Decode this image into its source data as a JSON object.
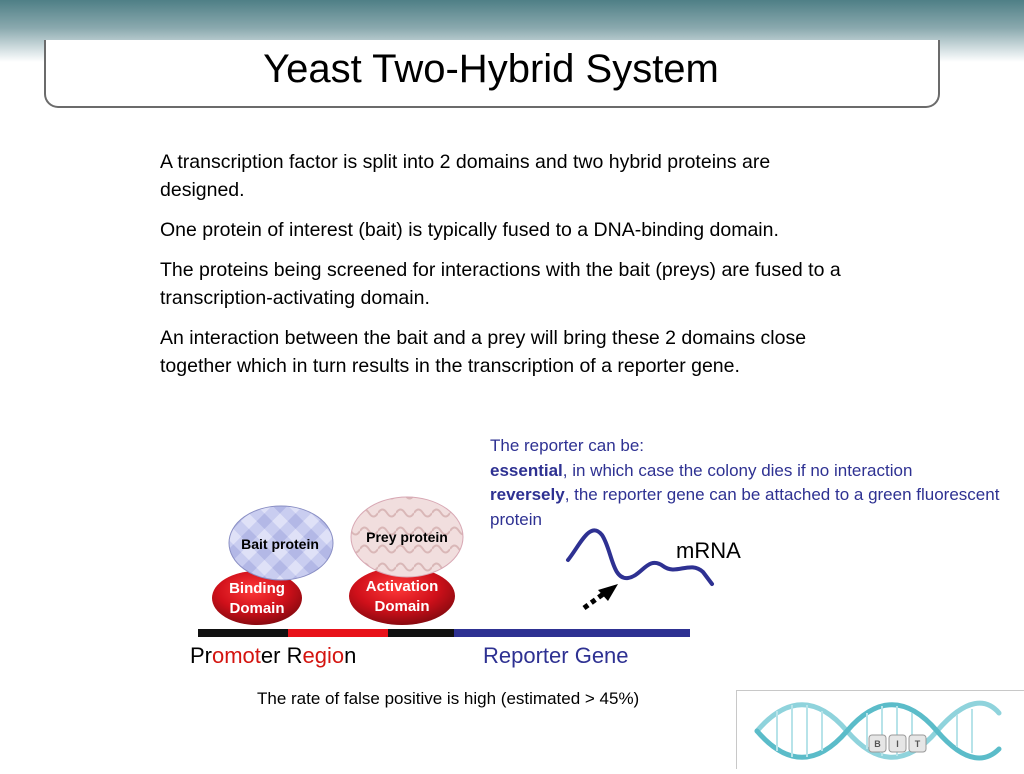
{
  "title": "Yeast Two-Hybrid System",
  "paragraphs": [
    "A transcription factor is split into 2 domains and two hybrid proteins are designed.",
    "One protein of interest (bait) is typically fused to a DNA-binding domain.",
    "The proteins being screened for interactions with the bait (preys) are fused to a transcription-activating domain.",
    "An interaction between the bait and a prey will bring these 2 domains close together which in turn results in the transcription of a reporter gene."
  ],
  "reporter_note": {
    "heading": "The reporter can be:",
    "essential_term": "essential",
    "essential_rest": ", in which case the colony dies if no interaction",
    "reversely_term": "reversely",
    "reversely_rest": ", the reporter gene can be attached to a green fluorescent protein"
  },
  "diagram": {
    "bait_protein": "Bait protein",
    "prey_protein": "Prey protein",
    "binding_domain_line1": "Binding",
    "binding_domain_line2": "Domain",
    "activation_domain_line1": "Activation",
    "activation_domain_line2": "Domain",
    "mrna": "mRNA",
    "promoter_parts": [
      "Pr",
      "omot",
      "er R",
      "egio",
      "n"
    ],
    "reporter_gene": "Reporter Gene"
  },
  "footer_note": "The rate of false positive is high (estimated > 45%)",
  "logo": {
    "letters": [
      "B",
      "I",
      "T"
    ]
  },
  "colors": {
    "accent_blue": "#2e3192",
    "domain_red": "#c8141a",
    "promoter_red": "#d4140f",
    "bait_fill": "#c9cdf0",
    "prey_fill": "#f3dcdc"
  }
}
